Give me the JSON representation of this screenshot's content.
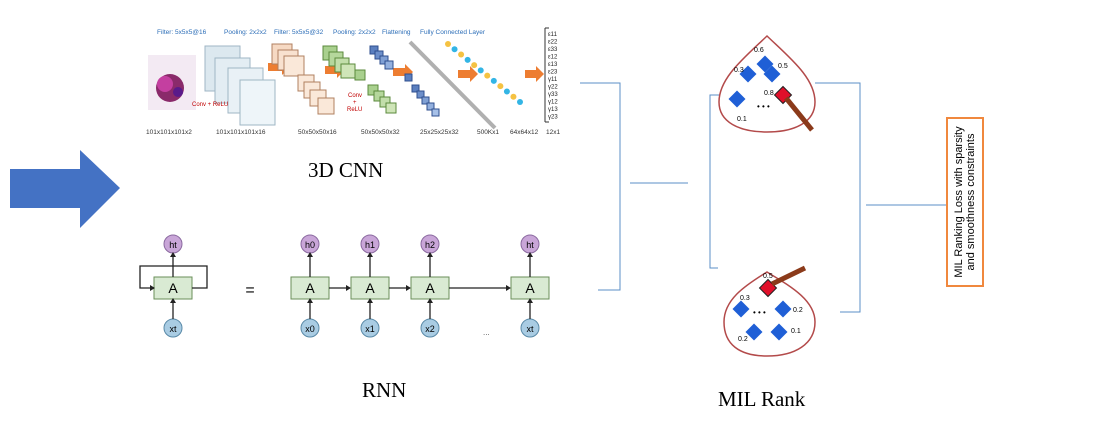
{
  "captions": {
    "cnn": "3D CNN",
    "rnn": "RNN",
    "mil": "MIL Rank"
  },
  "cnn_diagram": {
    "top_labels": [
      "Filter: 5x5x5@16",
      "Pooling: 2x2x2",
      "Filter: 5x5x5@32",
      "Pooling: 2x2x2",
      "Flattening",
      "Fully Connected Layer"
    ],
    "conv_label": "Conv + ReLU",
    "conv_label_2": "Conv\n+\nReLU",
    "bottom_labels": [
      "101x101x101x2",
      "101x101x101x16",
      "50x50x50x16",
      "50x50x50x32",
      "25x25x25x32",
      "500Kx1",
      "64x64x12",
      "12x1"
    ],
    "output_vector": [
      "ε11",
      "ε22",
      "ε33",
      "ε12",
      "ε13",
      "ε23",
      "γ11",
      "γ22",
      "γ33",
      "γ12",
      "γ13",
      "γ23"
    ]
  },
  "rnn_diagram": {
    "cell_label": "A",
    "equals": "=",
    "ellipsis": "...",
    "hidden": [
      "ht",
      "h0",
      "h1",
      "h2",
      "ht"
    ],
    "inputs": [
      "xt",
      "x0",
      "x1",
      "x2",
      "xt"
    ]
  },
  "mil_top": {
    "scores": [
      "0.6",
      "0.3",
      "0.5",
      "0.8",
      "0.1"
    ],
    "dots": "• • •"
  },
  "mil_bottom": {
    "scores": [
      "0.5",
      "0.3",
      "0.2",
      "0.1",
      "0.2"
    ],
    "dots": "• • •"
  },
  "loss_box": {
    "line1": "MIL Ranking Loss with sparsity",
    "line2": "and smoothness constraints"
  },
  "colors": {
    "arrow_blue": "#4472c4",
    "connector": "#5b8fc7",
    "loss_border": "#f0883e",
    "cell_fill": "#d9ead3",
    "hidden_fill": "#c9a6d8",
    "input_fill": "#a9cce3",
    "diamond_blue": "#1f5fd6",
    "diamond_red": "#e0102a",
    "mil_outline": "#b34a4a",
    "stick": "#8b3a1a"
  }
}
